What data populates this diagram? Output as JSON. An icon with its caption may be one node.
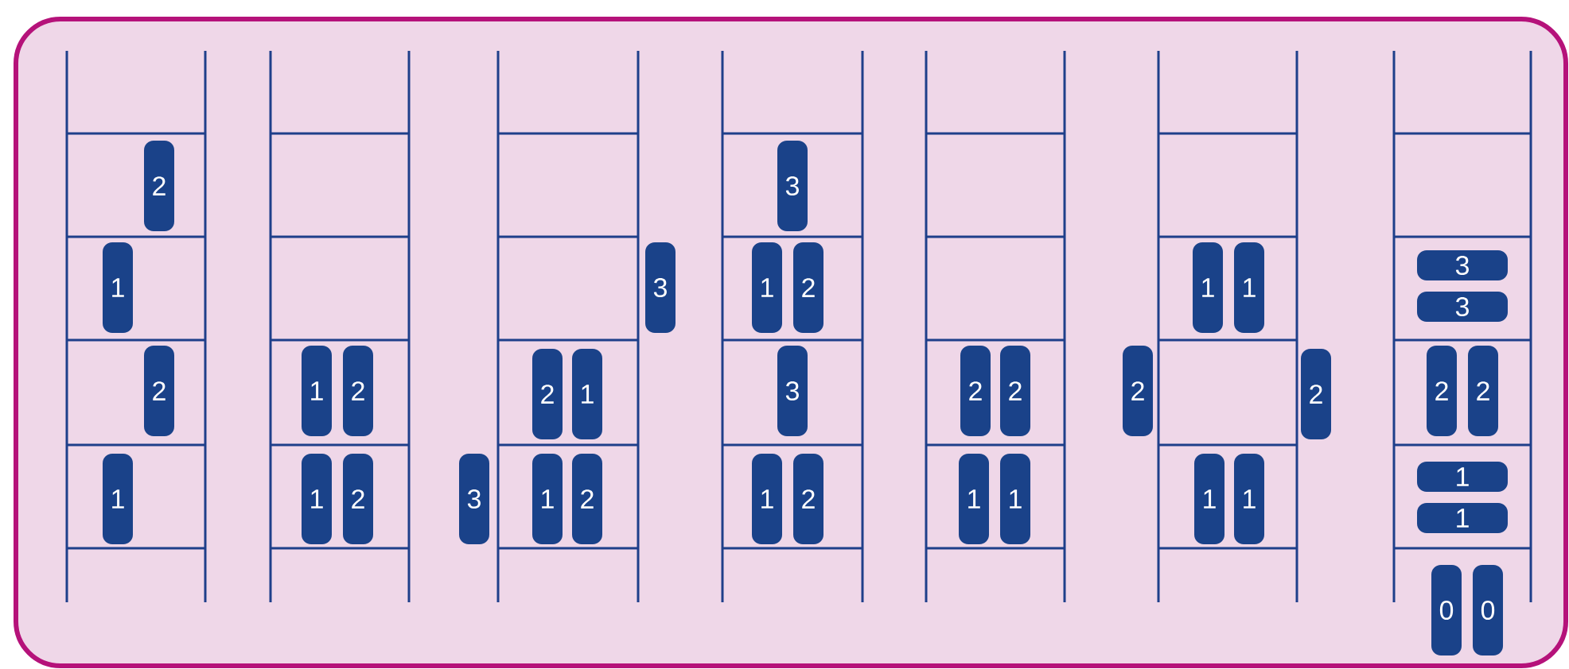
{
  "diagram": {
    "nodes": [
      {
        "text": [
          "2"
        ]
      },
      {
        "text": [
          "1"
        ]
      },
      {
        "text": [
          "2"
        ]
      },
      {
        "text": [
          "1"
        ]
      },
      {
        "text": [
          "1"
        ]
      },
      {
        "text": [
          "2"
        ]
      },
      {
        "text": [
          "1"
        ]
      },
      {
        "text": [
          "2"
        ]
      },
      {
        "text": [
          "3"
        ]
      },
      {
        "text": [
          "2"
        ]
      },
      {
        "text": [
          "1"
        ]
      },
      {
        "text": [
          "3"
        ]
      },
      {
        "text": [
          "1"
        ]
      },
      {
        "text": [
          "2"
        ]
      },
      {
        "text": [
          "3"
        ]
      },
      {
        "text": [
          "1"
        ]
      },
      {
        "text": [
          "2"
        ]
      },
      {
        "text": [
          "3"
        ]
      },
      {
        "text": [
          "1"
        ]
      },
      {
        "text": [
          "2"
        ]
      },
      {
        "text": [
          "2"
        ]
      },
      {
        "text": [
          "2"
        ]
      },
      {
        "text": [
          "1"
        ]
      },
      {
        "text": [
          "1"
        ]
      },
      {
        "text": [
          "1"
        ]
      },
      {
        "text": [
          "1"
        ]
      },
      {
        "text": [
          "2"
        ]
      },
      {
        "text": [
          "2"
        ]
      },
      {
        "text": [
          "1"
        ]
      },
      {
        "text": [
          "1"
        ]
      },
      {
        "text": [
          "3"
        ]
      },
      {
        "text": [
          "3"
        ]
      },
      {
        "text": [
          "2"
        ]
      },
      {
        "text": [
          "2"
        ]
      },
      {
        "text": [
          "1"
        ]
      },
      {
        "text": [
          "1"
        ]
      },
      {
        "text": [
          "0"
        ]
      },
      {
        "text": [
          "0"
        ]
      }
    ]
  }
}
